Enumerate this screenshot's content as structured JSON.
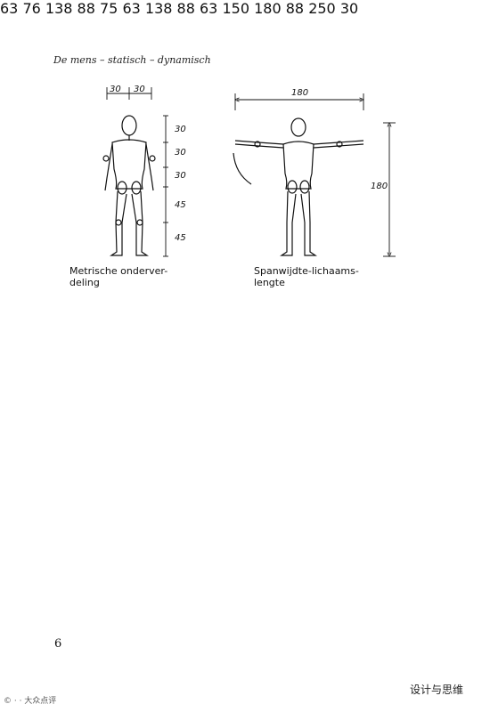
{
  "header": {
    "title": "De mens – statisch – dynamisch"
  },
  "captions": {
    "fig1": "Metrische onderver-\ndeling",
    "fig2": "Spanwijdte-lichaams-\nlengte"
  },
  "dims": {
    "f1_top_a": "30",
    "f1_top_b": "30",
    "f1_s1": "30",
    "f1_s2": "30",
    "f1_s3": "30",
    "f1_s4": "45",
    "f1_s5": "45",
    "f2_top": "180",
    "f2_side": "180",
    "f3_h1": "63",
    "f3_h2": "76",
    "f3_w": "138",
    "f4_h": "88",
    "f4_w": "75",
    "f5_w": "63",
    "f6_h": "138",
    "f6_w": "88",
    "f7_w": "63",
    "f8_h1": "150",
    "f8_h2": "180",
    "f8_w": "88",
    "f9_h": "250",
    "f9_w": "30"
  },
  "page_number": "6",
  "watermark": "设计与思维",
  "watermark_left": "©  ·  · 大众点评"
}
